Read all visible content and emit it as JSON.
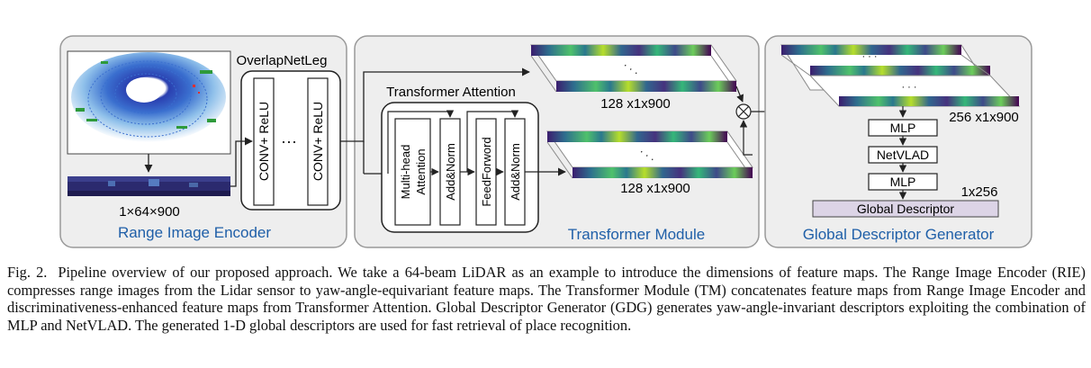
{
  "diagram": {
    "panels": {
      "rie_title": "Range Image Encoder",
      "tm_title": "Transformer Module",
      "gdg_title": "Global Descriptor Generator"
    },
    "rie": {
      "overlapnetleg_label": "OverlapNetLeg",
      "conv_block_1": "CONV+ ReLU",
      "ellipsis": "···",
      "conv_block_2": "CONV+ ReLU",
      "range_image_dims": "1×64×900"
    },
    "tm": {
      "transformer_attention_label": "Transformer Attention",
      "multihead_line1": "Multi-head",
      "multihead_line2": "Attention",
      "addnorm_1": "Add&Norm",
      "feedforward": "FeedForword",
      "addnorm_2": "Add&Norm",
      "feature_top_dims": "128 x1x900",
      "feature_bottom_dims": "128 x1x900",
      "concat_symbol": "⊗"
    },
    "gdg": {
      "features_dims": "256 x1x900",
      "mlp_1": "MLP",
      "netvlad": "NetVLAD",
      "mlp_2": "MLP",
      "descriptor_dims": "1x256",
      "global_descriptor": "Global Descriptor"
    },
    "colors": {
      "panel_bg": "#eeeeee",
      "panel_border": "#999999",
      "title_blue": "#1f5fa8",
      "descriptor_fill": "#dcd4e6"
    }
  },
  "caption": {
    "label": "Fig. 2.",
    "text": "Pipeline overview of our proposed approach. We take a 64-beam LiDAR as an example to introduce the dimensions of feature maps. The Range Image Encoder (RIE) compresses range images from the Lidar sensor to yaw-angle-equivariant feature maps. The Transformer Module (TM) concatenates feature maps from Range Image Encoder and discriminativeness-enhanced feature maps from Transformer Attention. Global Descriptor Generator (GDG) generates yaw-angle-invariant descriptors exploiting the combination of MLP and NetVLAD. The generated 1-D global descriptors are used for fast retrieval of place recognition."
  }
}
